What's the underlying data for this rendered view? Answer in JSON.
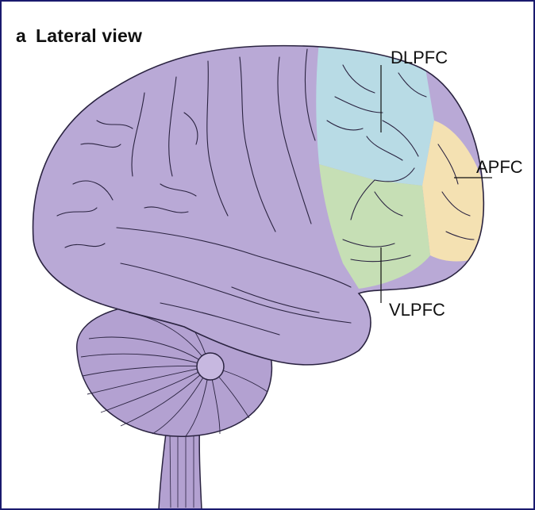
{
  "figure": {
    "panel_letter": "a",
    "panel_title": "Lateral view"
  },
  "regions": {
    "dlpfc": {
      "label": "DLPFC",
      "color": "#b7dde6"
    },
    "apfc": {
      "label": "APFC",
      "color": "#f7e4b0"
    },
    "vlpfc": {
      "label": "VLPFC",
      "color": "#c6e2b3"
    }
  },
  "colors": {
    "cortex": "#b9a9d6",
    "cerebellum": "#b3a1d1",
    "outline": "#2a2340",
    "frame": "#1a1a6e"
  }
}
